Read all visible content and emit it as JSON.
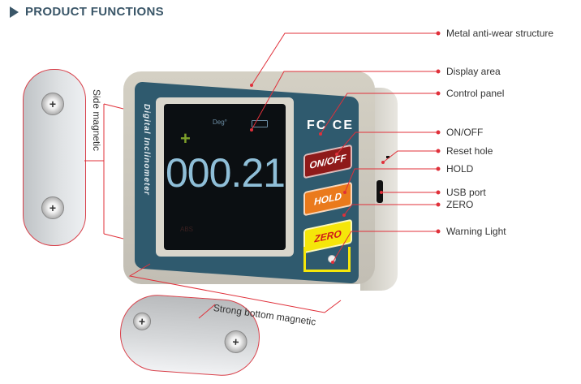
{
  "header": {
    "title": "PRODUCT FUNCTIONS",
    "icon": "triangle-right-icon",
    "color": "#3a5668"
  },
  "device": {
    "side_title": "Digital Inclinometer",
    "certifications": "FC CE",
    "screen": {
      "unit": "Deg°",
      "battery_icon": "battery-icon",
      "indicator": "+",
      "reading": "000.21",
      "mode": "ABS"
    },
    "buttons": [
      {
        "label": "ON/OFF",
        "color": "#8f1a1a"
      },
      {
        "label": "HOLD",
        "color": "#ea7a1c"
      },
      {
        "label": "ZERO",
        "color": "#f5e60a"
      }
    ]
  },
  "callouts": [
    {
      "label": "Metal anti-wear structure"
    },
    {
      "label": "Display area"
    },
    {
      "label": "Control panel"
    },
    {
      "label": "ON/OFF"
    },
    {
      "label": "Reset hole"
    },
    {
      "label": "HOLD"
    },
    {
      "label": "USB port"
    },
    {
      "label": "ZERO"
    },
    {
      "label": "Warning Light"
    }
  ],
  "insets": {
    "side_label": "Side magnetic",
    "bottom_label": "Strong bottom magnetic"
  },
  "colors": {
    "callout_line": "#e0303a",
    "faceplate": "#2f5a6e"
  }
}
